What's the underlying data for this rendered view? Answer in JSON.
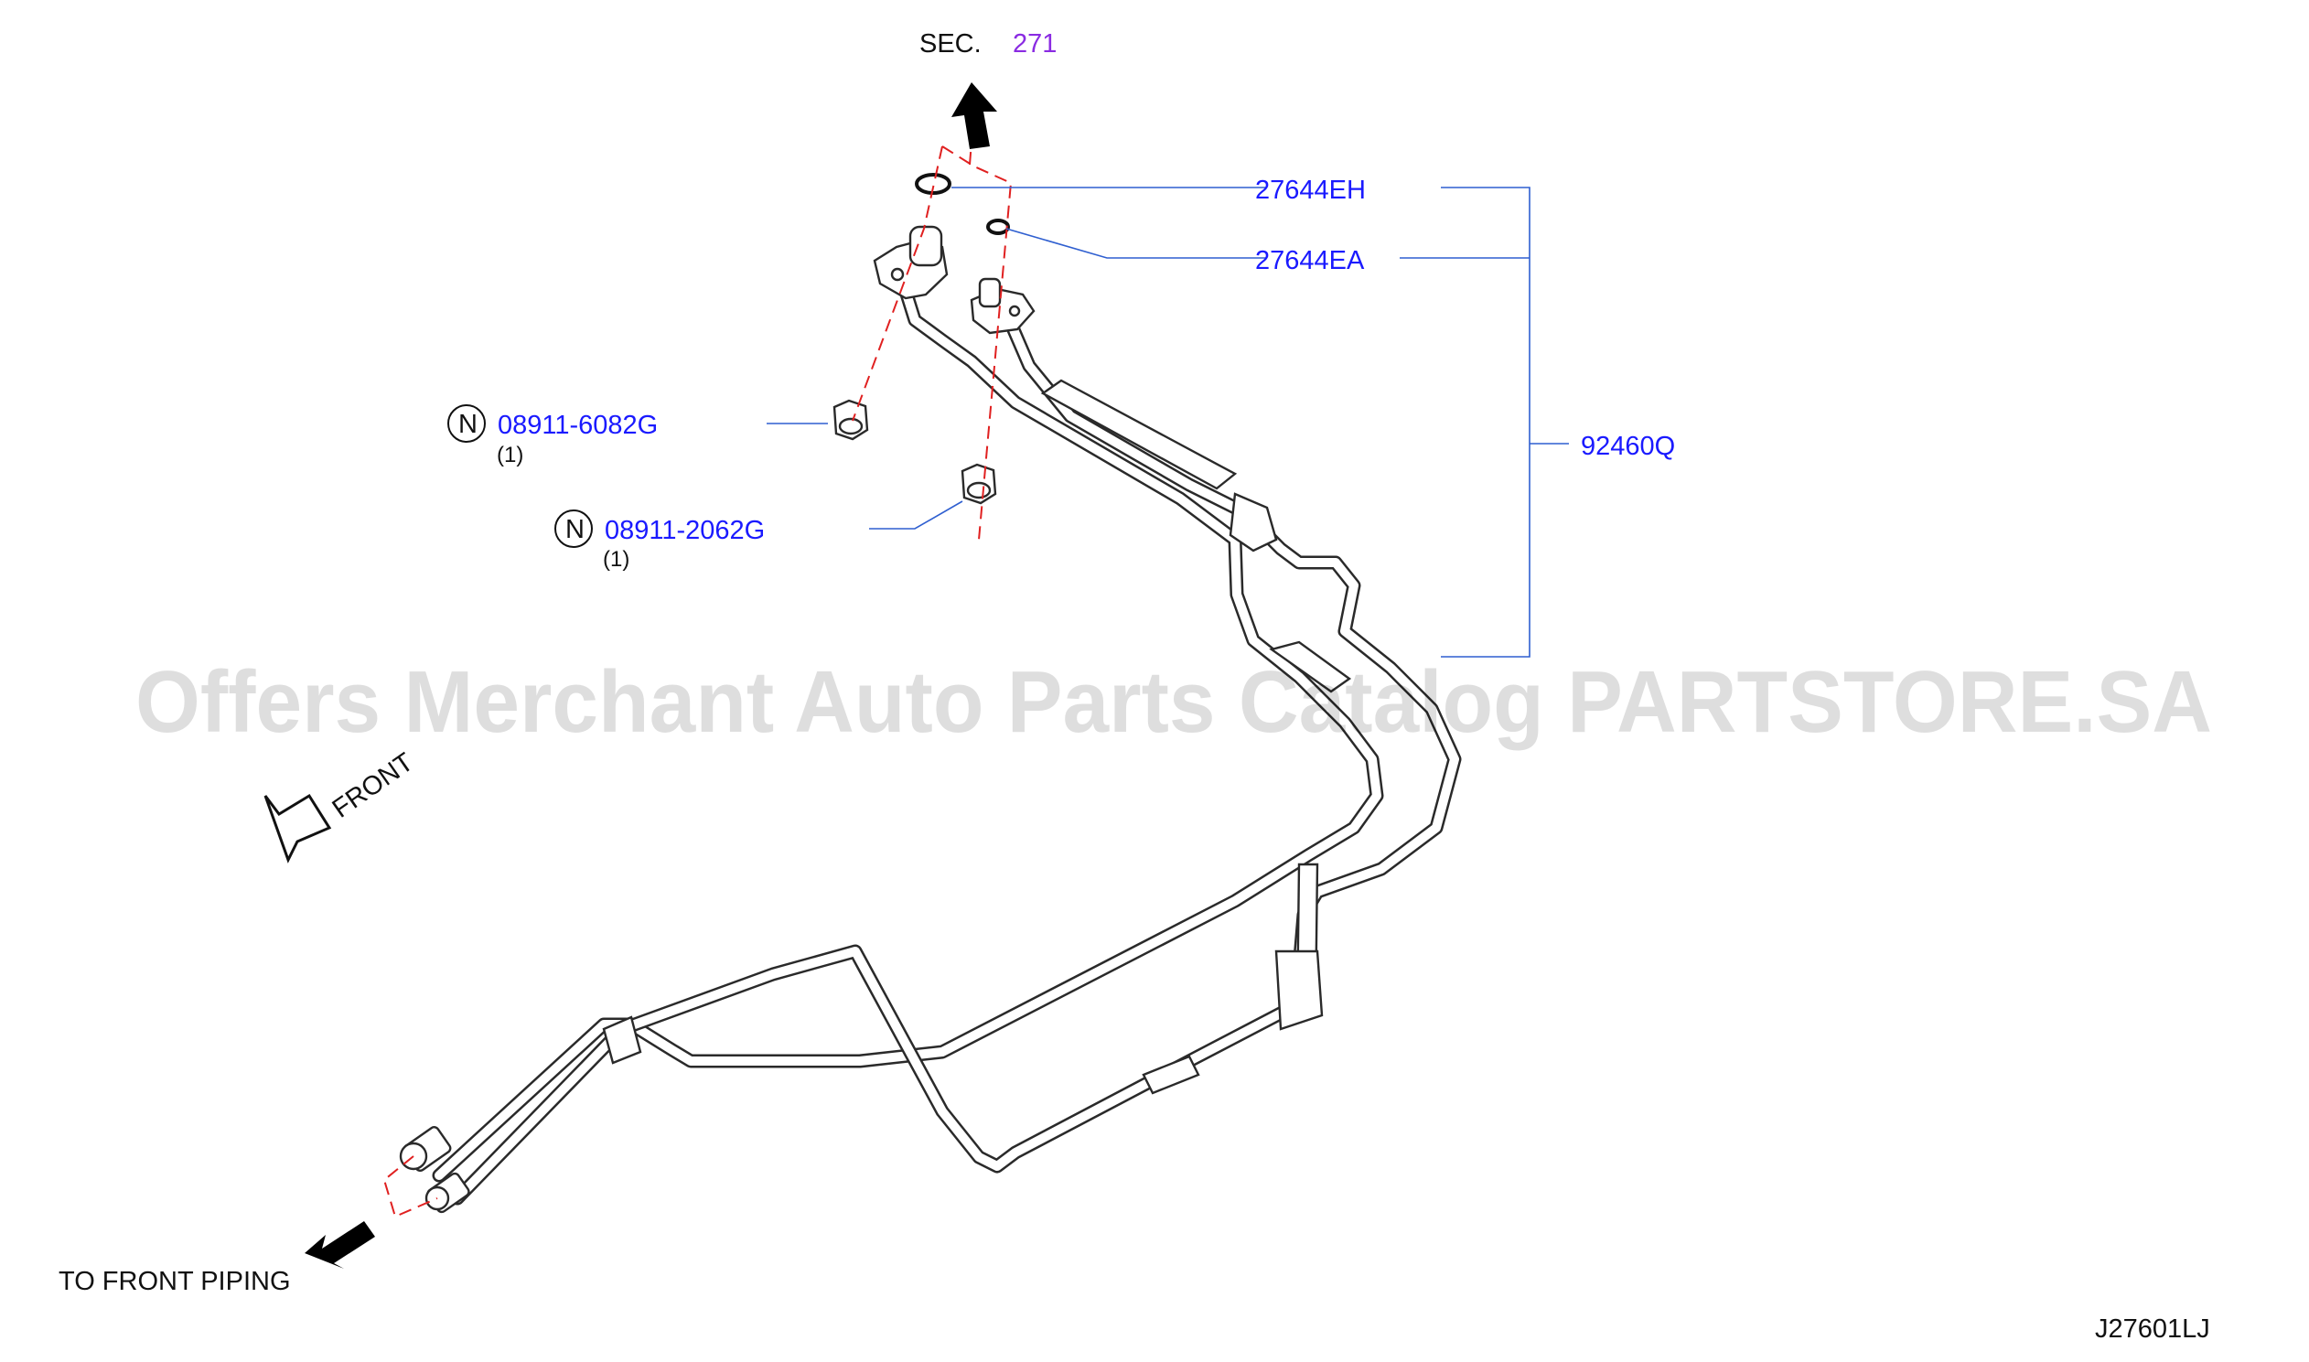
{
  "section_ref": {
    "prefix": "SEC.",
    "number": "271"
  },
  "callouts": {
    "oring_large": "27644EH",
    "oring_small": "27644EA",
    "assembly": "92460Q",
    "nut_1": {
      "symbol": "N",
      "part_no": "08911-6082G",
      "qty": "(1)"
    },
    "nut_2": {
      "symbol": "N",
      "part_no": "08911-2062G",
      "qty": "(1)"
    }
  },
  "direction_label": "FRONT",
  "bottom_label": "TO  FRONT  PIPING",
  "diagram_id": "J27601LJ",
  "watermark": "Offers Merchant Auto Parts Catalog PARTSTORE.SA",
  "colors": {
    "part_number_blue": "#1a1aff",
    "section_number_purple": "#8a2be2",
    "leader_line_blue": "#2f5fd0",
    "dashed_red": "#e02020"
  }
}
